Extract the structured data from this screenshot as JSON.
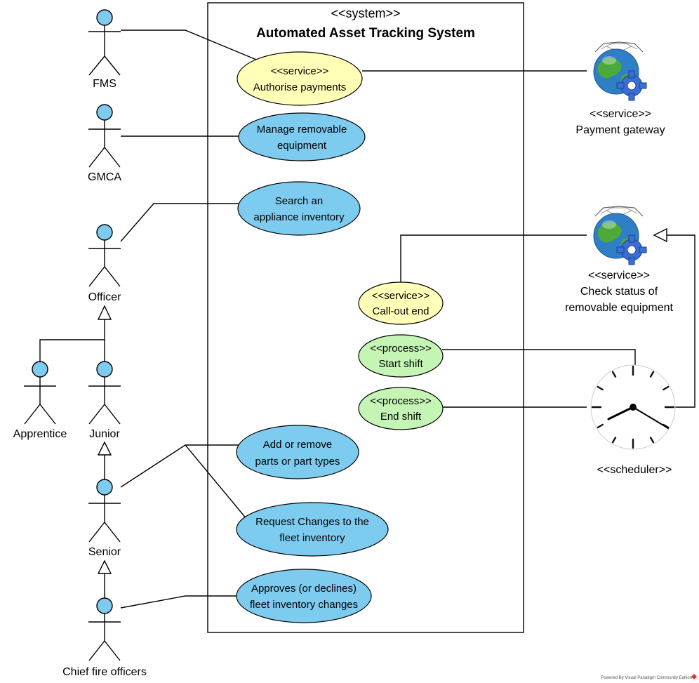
{
  "system": {
    "stereotype": "<<system>>",
    "title": "Automated Asset Tracking System"
  },
  "actors": {
    "fms": "FMS",
    "gmca": "GMCA",
    "officer": "Officer",
    "apprentice": "Apprentice",
    "junior": "Junior",
    "senior": "Senior",
    "chief": "Chief fire officers"
  },
  "use_cases": {
    "authorise": {
      "line1": "<<service>>",
      "line2": "Authorise payments"
    },
    "manage": {
      "line1": "Manage removable",
      "line2": "equipment"
    },
    "search": {
      "line1": "Search an",
      "line2": "appliance inventory"
    },
    "callout": {
      "line1": "<<service>>",
      "line2": "Call-out end"
    },
    "start_shift": {
      "line1": "<<process>>",
      "line2": "Start shift"
    },
    "end_shift": {
      "line1": "<<process>>",
      "line2": "End shift"
    },
    "add_parts": {
      "line1": "Add or remove",
      "line2": "parts or part types"
    },
    "request": {
      "line1": "Request Changes to the",
      "line2": "fleet inventory"
    },
    "approves": {
      "line1": "Approves (or declines)",
      "line2": "fleet inventory changes"
    }
  },
  "external": {
    "payment": {
      "stereotype": "<<service>>",
      "name": "Payment gateway"
    },
    "check_status": {
      "stereotype": "<<service>>",
      "line1": "Check status of",
      "line2": "removable equipment"
    },
    "scheduler": {
      "stereotype": "<<scheduler>>"
    }
  },
  "credit": "Powered By  Visual Paradigm Community Edition",
  "colors": {
    "use_case_blue": "#7ecbf0",
    "use_case_yellow": "#ffffb8",
    "use_case_green": "#c4f5b4",
    "actor_head": "#7ecbf0"
  },
  "icons": {
    "service": "globe-gear-icon",
    "scheduler": "clock-icon",
    "actor": "stick-figure-icon"
  }
}
